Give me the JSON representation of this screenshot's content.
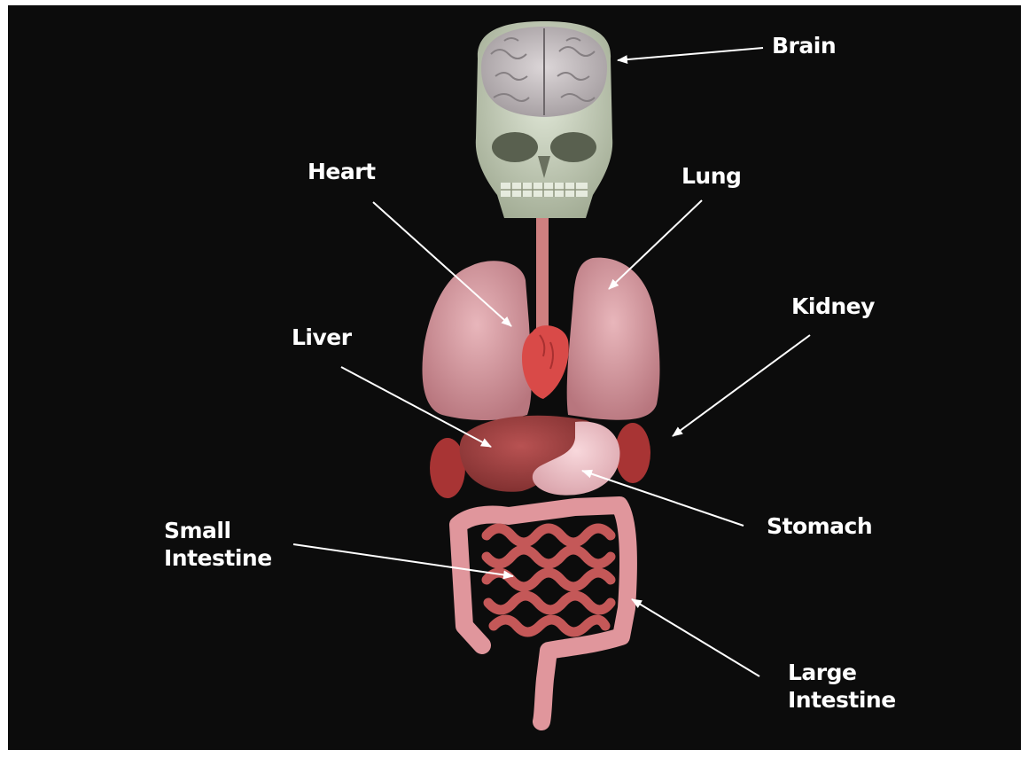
{
  "labels": {
    "brain": "Brain",
    "heart": "Heart",
    "lung": "Lung",
    "kidney": "Kidney",
    "liver": "Liver",
    "stomach": "Stomach",
    "small_intestine": [
      "Small",
      "Intestine"
    ],
    "large_intestine": [
      "Large",
      "Intestine"
    ]
  },
  "colors": {
    "background": "#0c0c0c",
    "label_text": "#ffffff",
    "arrow": "#ffffff",
    "skull": "#c9d2bf",
    "brain": "#c8c2c4",
    "lung": "#d69ea4",
    "heart": "#d94a48",
    "liver": "#9a3b3b",
    "kidney": "#a83434",
    "stomach": "#f0c2c8",
    "small_intestine": "#c45858",
    "large_intestine": "#e0969c"
  }
}
